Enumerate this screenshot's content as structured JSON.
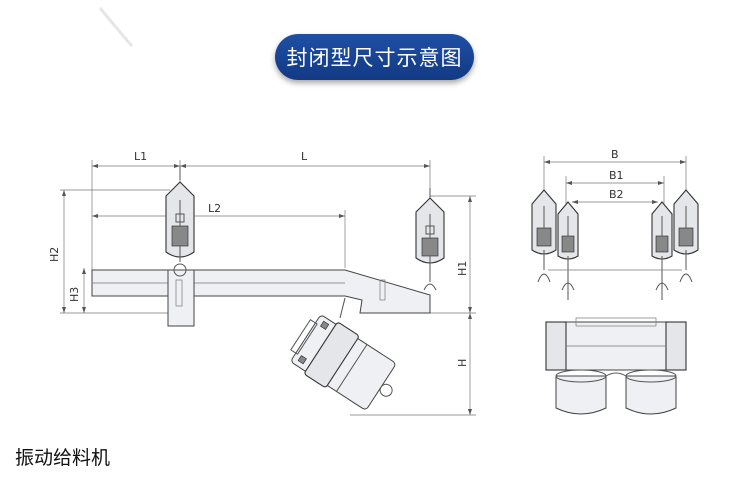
{
  "title": "封闭型尺寸示意图",
  "caption": "振动给料机",
  "labels": {
    "L1": "L1",
    "L": "L",
    "L2": "L2",
    "H1": "H1",
    "H2": "H2",
    "H3": "H3",
    "H": "H",
    "B": "B",
    "B1": "B1",
    "B2": "B2"
  },
  "colors": {
    "pill": "#1a4695",
    "line": "#555555"
  }
}
